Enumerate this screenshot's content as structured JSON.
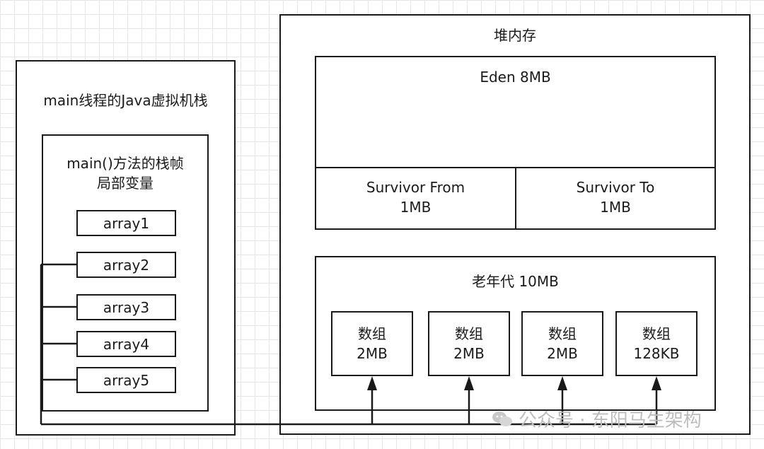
{
  "stack": {
    "title": "main线程的Java虚拟机栈",
    "frame_title": "main()方法的栈帧\n局部变量",
    "variables": [
      "array1",
      "array2",
      "array3",
      "array4",
      "array5"
    ]
  },
  "heap": {
    "title": "堆内存",
    "eden": "Eden 8MB",
    "survivor_from": "Survivor From\n1MB",
    "survivor_to": "Survivor To\n1MB",
    "old_gen": {
      "title": "老年代 10MB",
      "arrays": [
        "数组\n2MB",
        "数组\n2MB",
        "数组\n2MB",
        "数组\n128KB"
      ]
    }
  },
  "watermark": "公众号 · 东阳马生架构"
}
